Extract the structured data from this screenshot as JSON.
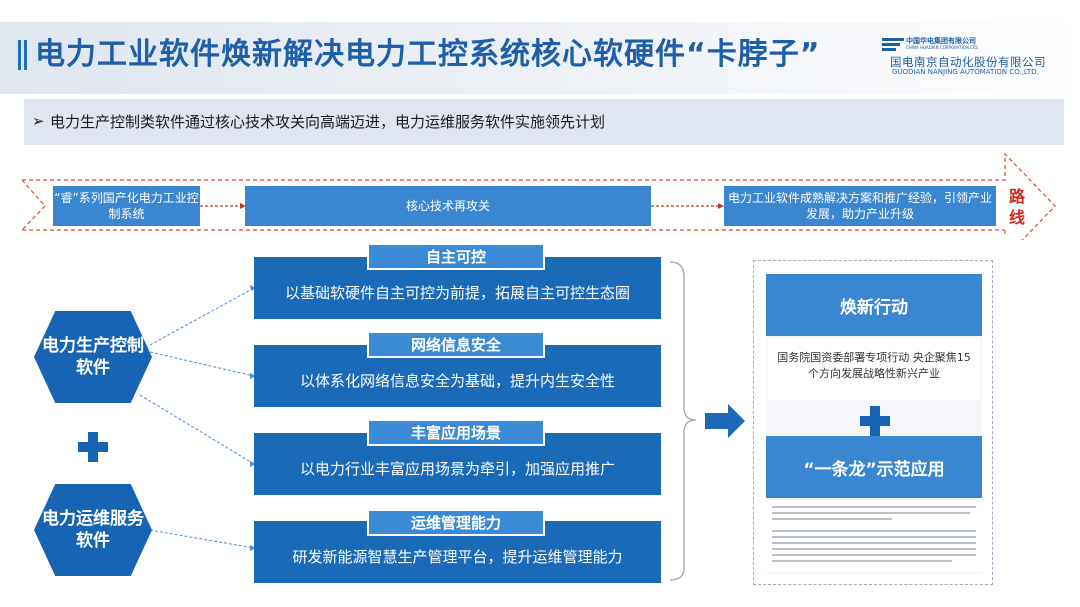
{
  "header": {
    "title": "电力工业软件焕新解决电力工控系统核心软硬件“卡脖子”",
    "logo": {
      "group_cn": "中国华电集团有限公司",
      "group_en": "CHINA HUADIAN CORPORATION LTD.",
      "company_cn": "国电南京自动化股份有限公司",
      "company_en": "GUODIAN NANJING AUTOMATION CO.,LTD."
    }
  },
  "summary": {
    "bullet": "➢",
    "text": "电力生产控制类软件通过核心技术攻关向高端迈进，电力运维服务软件实施领先计划"
  },
  "roadmap": {
    "start": "“睿”系列国产化电力工业控制系统",
    "middle": "核心技术再攻关",
    "end": "电力工业软件成熟解决方案和推广经验，引领产业发展，助力产业升级",
    "label": "路线"
  },
  "left": {
    "hex1": "电力生产控制软件",
    "hex2": "电力运维服务软件"
  },
  "blocks": [
    {
      "tag": "自主可控",
      "text": "以基础软硬件自主可控为前提，拓展自主可控生态圈"
    },
    {
      "tag": "网络信息安全",
      "text": "以体系化网络信息安全为基础，提升内生安全性"
    },
    {
      "tag": "丰富应用场景",
      "text": "以电力行业丰富应用场景为牵引，加强应用推广"
    },
    {
      "tag": "运维管理能力",
      "text": "研发新能源智慧生产管理平台，提升运维管理能力"
    }
  ],
  "right": {
    "head1": "焕新行动",
    "note1": "国务院国资委部署专项行动 央企聚焦15个方向发展战略性新兴产业",
    "head2": "“一条龙”示范应用"
  },
  "colors": {
    "primary": "#1b6ab8",
    "accent": "#3a86d0",
    "route_red": "#d42a1a"
  }
}
